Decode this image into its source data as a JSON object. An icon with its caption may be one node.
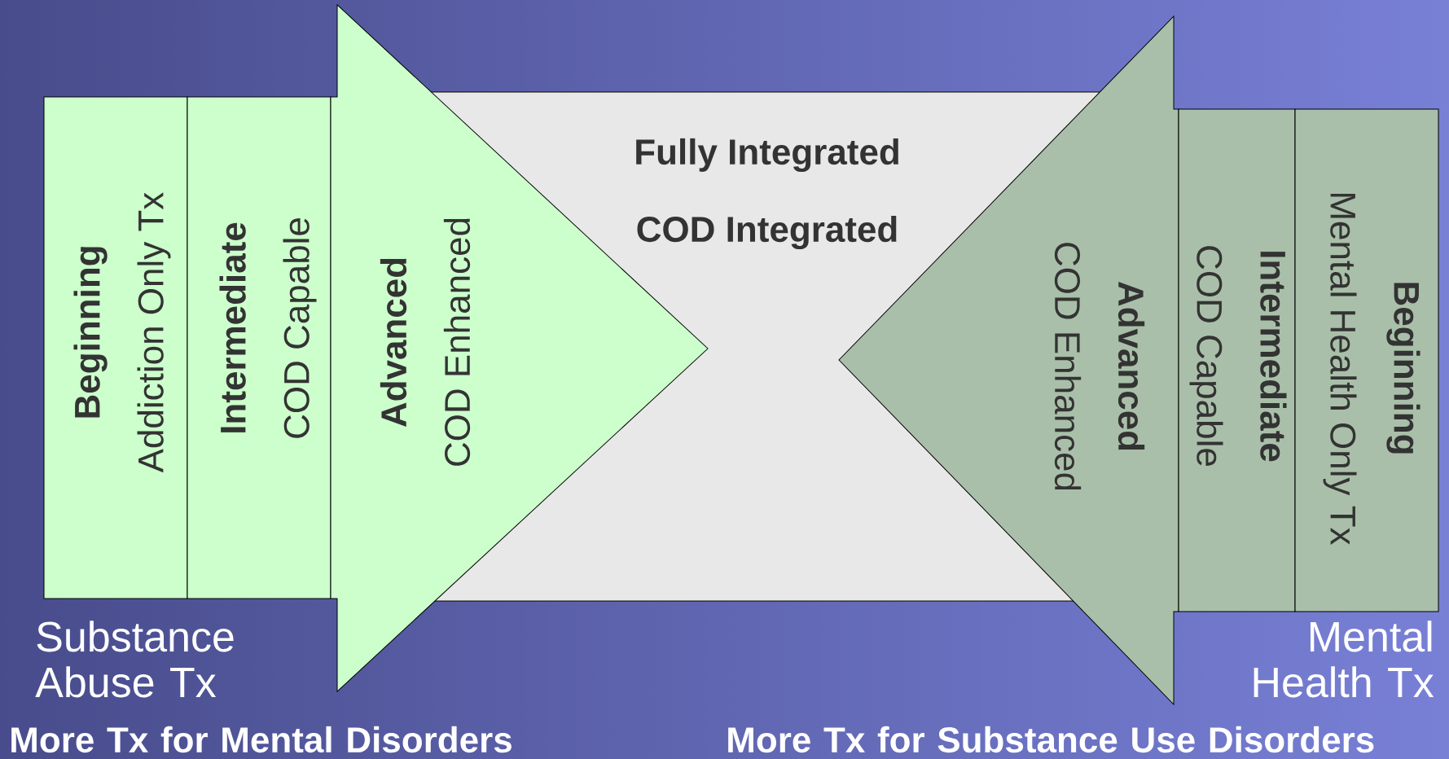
{
  "diagram": {
    "nodes": [
      {
        "text": [
          "Beginning",
          "Addiction Only Tx"
        ]
      },
      {
        "text": [
          "Intermediate",
          "COD Capable"
        ]
      },
      {
        "text": [
          "Advanced",
          "COD Enhanced"
        ]
      },
      {
        "text": [
          "Fully Integrated",
          "COD Integrated"
        ]
      },
      {
        "text": [
          "Advanced",
          "COD Enhanced"
        ]
      },
      {
        "text": [
          "Intermediate",
          "COD Capable"
        ]
      },
      {
        "text": [
          "Beginning",
          "Mental Health Only Tx"
        ]
      }
    ],
    "labels": [
      "Substance Abuse Tx",
      "Mental Health Tx",
      "More Tx for Mental Disorders",
      "More Tx for Substance Use Disorders"
    ]
  }
}
